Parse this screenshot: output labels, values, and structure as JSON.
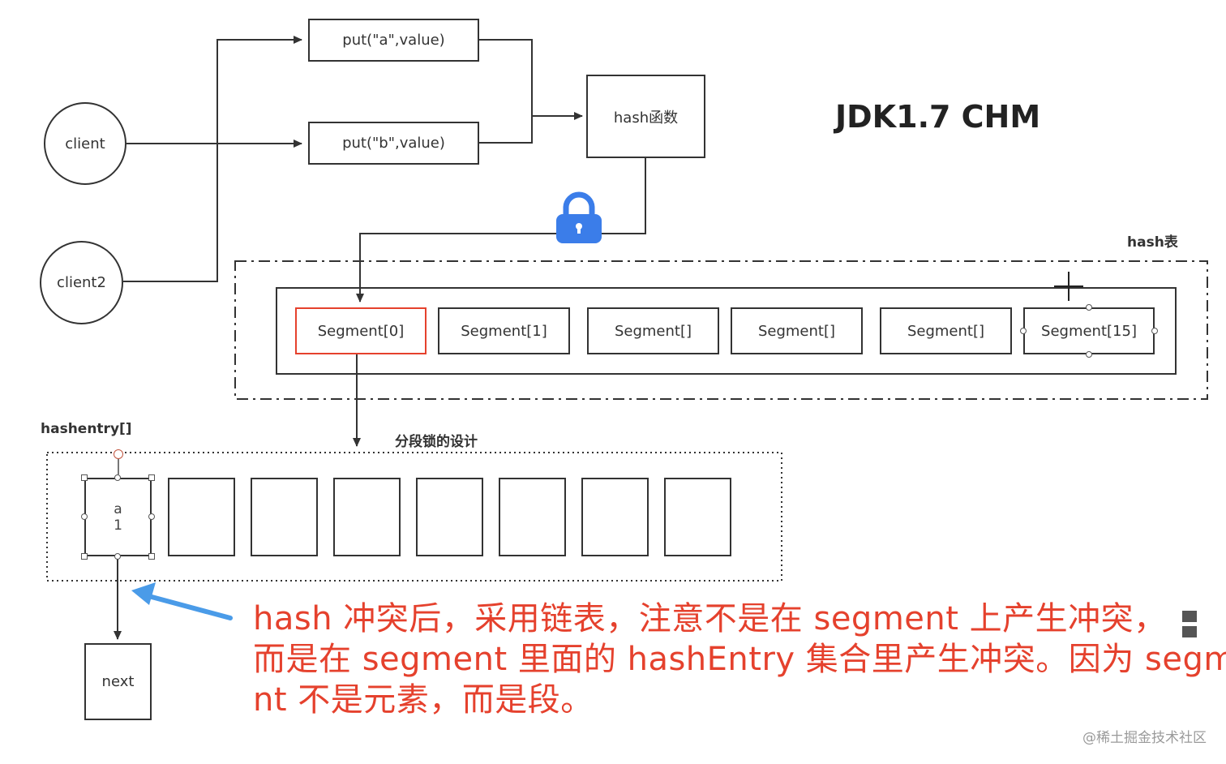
{
  "title": "JDK1.7 CHM",
  "clients": {
    "client1": "client",
    "client2": "client2"
  },
  "puts": {
    "put_a": "put(\"a\",value)",
    "put_b": "put(\"b\",value)"
  },
  "hash_fn": "hash函数",
  "hash_table_label": "hash表",
  "segments": [
    "Segment[0]",
    "Segment[1]",
    "Segment[]",
    "Segment[]",
    "Segment[]",
    "Segment[15]"
  ],
  "hashentry_label": "hashentry[]",
  "segment_lock_label": "分段锁的设计",
  "entry": {
    "key": "a",
    "value": "1"
  },
  "next_label": "next",
  "note": {
    "line1": "hash 冲突后，采用链表，注意不是在 segment 上产生冲突，",
    "line2": "而是在 segment 里面的 hashEntry 集合里产生冲突。因为 segme",
    "line3": "nt 不是元素，而是段。"
  },
  "watermark": "@稀土掘金技术社区",
  "icons": [
    "lock-icon",
    "crosshair-icon"
  ],
  "colors": {
    "note": "#e5412d",
    "segment0_border": "#e5412d",
    "lock": "#3b7de9",
    "arrow_blue": "#4a9be8"
  }
}
